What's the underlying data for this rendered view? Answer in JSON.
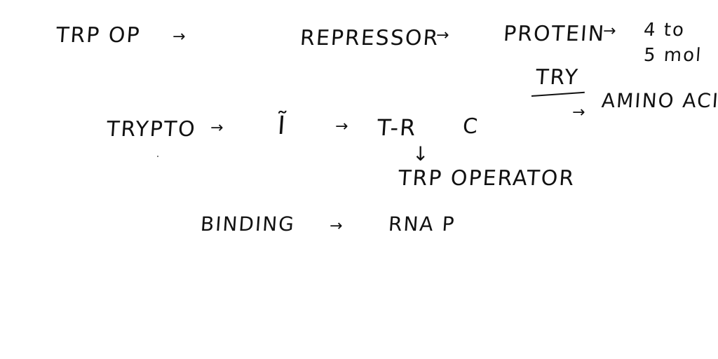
{
  "notes": {
    "line1": {
      "trp_op": "TRP OP",
      "arrow1": "→",
      "repressor": "REPRESSOR",
      "arrow2": "→",
      "protein": "PROTEIN",
      "arrow3": "→",
      "mol_top": "4 to",
      "mol_bottom": "5 mol"
    },
    "try_label": "TRY",
    "amino": {
      "arrow": "→",
      "text": "AMINO ACID"
    },
    "line2": {
      "trypto": "TRYPTO",
      "arrow1": "→",
      "i_symbol": "Ĩ",
      "arrow2": "→",
      "t_r": "T-R",
      "c": "C"
    },
    "down_arrow": "↓",
    "trp_operator": "TRP OPERATOR",
    "line3": {
      "binding": "BINDING",
      "arrow": "→",
      "rna": "RNA P"
    }
  },
  "colors": {
    "ink": "#111111",
    "paper": "#ffffff"
  }
}
